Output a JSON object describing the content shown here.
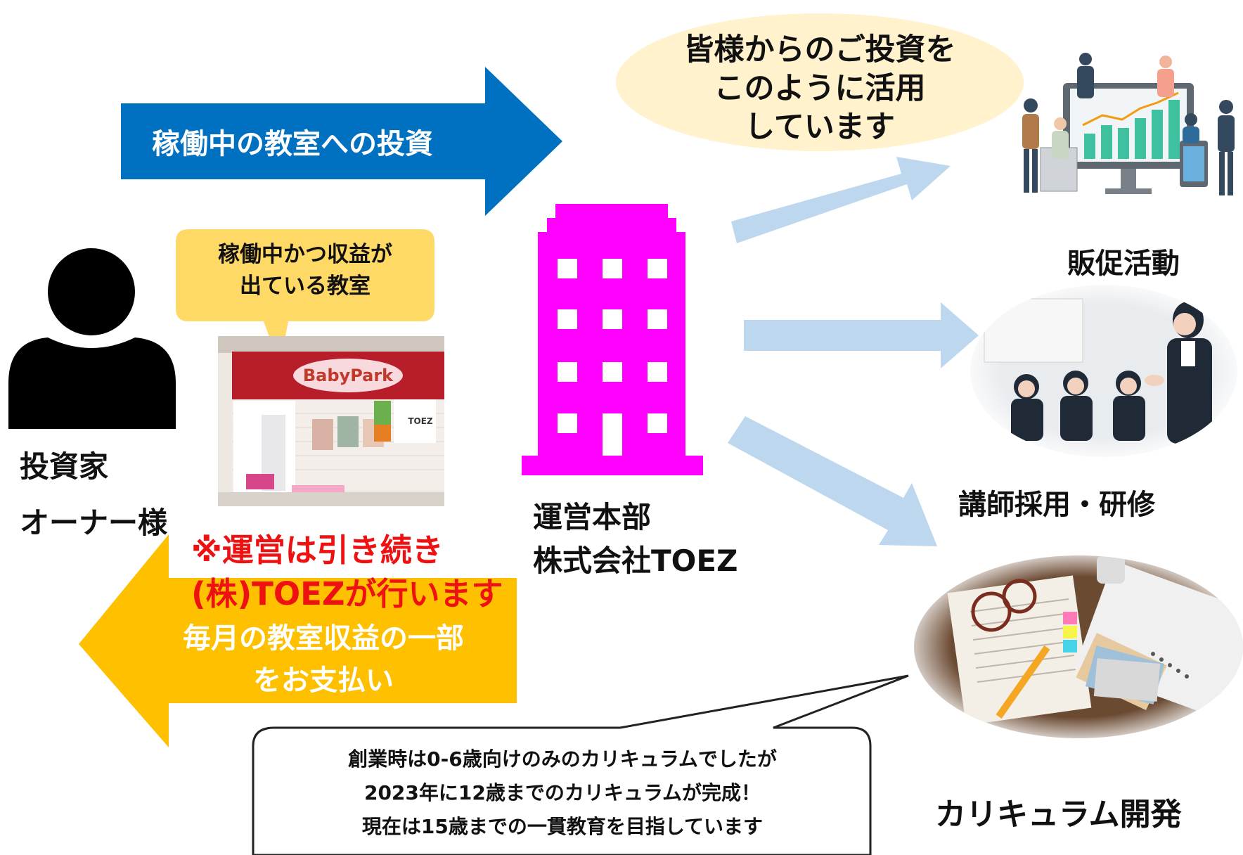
{
  "arrows": {
    "invest": "稼働中の教室への投資",
    "payout_lines": [
      "毎月の教室収益の一部",
      "をお支払い"
    ]
  },
  "bubbles": {
    "classroom_lines": [
      "稼働中かつ収益が",
      "出ている教室"
    ],
    "usage_lines": [
      "皆様からのご投資を",
      "このように活用",
      "しています"
    ],
    "curriculum_note_lines": [
      "創業時は0-6歳向けのみのカリキュラムでしたが",
      "2023年に12歳までのカリキュラムが完成！",
      "現在は15歳までの一貫教育を目指しています"
    ]
  },
  "investor": {
    "label_1": "投資家",
    "label_2": "オーナー様"
  },
  "note": {
    "lines": [
      "※運営は引き続き",
      "(株)TOEZが行います"
    ],
    "color": "#ee1111"
  },
  "hq": {
    "line_1": "運営本部",
    "line_2": "株式会社TOEZ"
  },
  "uses": [
    {
      "label": "販促活動"
    },
    {
      "label": "講師採用・研修"
    },
    {
      "label": "カリキュラム開発"
    }
  ],
  "store_photo": {
    "sign": "BabyPark",
    "panel": "TOEZ"
  },
  "colors": {
    "invest_arrow": "#0070c0",
    "payout_arrow": "#ffc000",
    "building": "#ff00ff",
    "light_arrow": "#bdd7ee",
    "classroom_bubble": "#ffd966",
    "usage_bubble": "#fff2cc"
  }
}
